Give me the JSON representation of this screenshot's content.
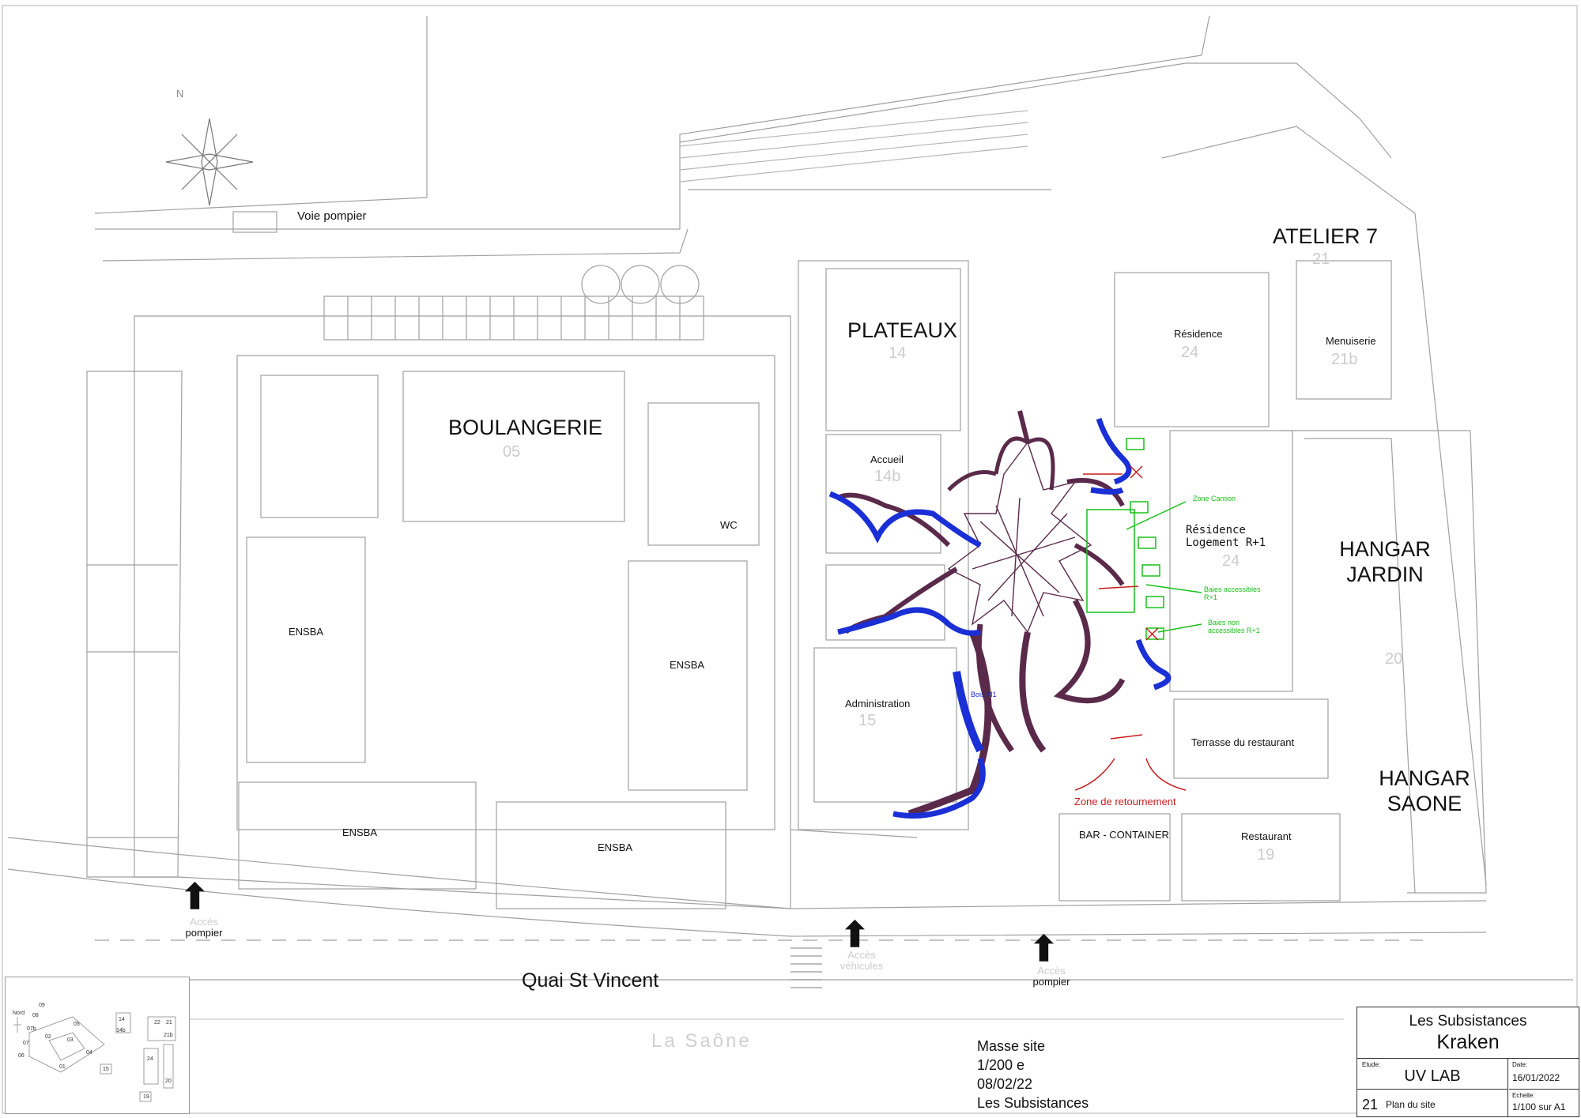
{
  "map": {
    "buildings": {
      "boulangerie": "BOULANGERIE",
      "plateaux": "PLATEAUX",
      "atelier7": "ATELIER 7",
      "hangar_jardin_1": "HANGAR",
      "hangar_jardin_2": "JARDIN",
      "hangar_saone_1": "HANGAR",
      "hangar_saone_2": "SAONE",
      "residence": "Résidence",
      "menuiserie": "Menuiserie",
      "accueil": "Accueil",
      "wc": "WC",
      "ensba_1": "ENSBA",
      "ensba_2": "ENSBA",
      "ensba_3": "ENSBA",
      "ensba_4": "ENSBA",
      "administration": "Administration",
      "residence_logement_1": "Résidence",
      "residence_logement_2": "Logement R+1",
      "terrasse": "Terrasse du restaurant",
      "bar_container": "BAR - CONTAINER",
      "restaurant": "Restaurant"
    },
    "building_numbers": {
      "n05": "05",
      "n14": "14",
      "n14b": "14b",
      "n15": "15",
      "n24": "24",
      "n24b": "24",
      "n21": "21",
      "n21b": "21b",
      "n20": "20",
      "n19": "19"
    },
    "annotations": {
      "voie_pompier": "Voie pompier",
      "zone_camion": "Zone Camion",
      "baies_accessibles_1": "Baies accessibles",
      "baies_accessibles_2": "R+1",
      "baies_non_1": "Baies non",
      "baies_non_2": "accessibles R+1",
      "bois_m1": "Bois M1",
      "zone_retournement": "Zone de retournement"
    },
    "street": {
      "quai": "Quai St Vincent",
      "river": "La Saône"
    },
    "access_points": [
      {
        "line1": "Accès",
        "line2": "pompier"
      },
      {
        "line1": "Accès",
        "line2": "véhicules"
      },
      {
        "line1": "Accès",
        "line2": "pompier"
      }
    ],
    "compass_letter": "N"
  },
  "inset": {
    "north_label": "Nord",
    "numbers": [
      "09",
      "08",
      "07b",
      "07",
      "06",
      "02",
      "03",
      "05",
      "01",
      "04",
      "14",
      "14b",
      "15",
      "22",
      "21",
      "21b",
      "24",
      "20",
      "19"
    ]
  },
  "masse": {
    "line1": "Masse site",
    "line2": "1/200 e",
    "line3": "08/02/22",
    "line4": "Les Subsistances"
  },
  "title_block": {
    "client": "Les Subsistances",
    "project": "Kraken",
    "etude_label": "Etude:",
    "etude": "UV LAB",
    "date_label": "Date:",
    "date": "16/01/2022",
    "sheet_number": "21",
    "sheet_title": "Plan du site",
    "echelle_label": "Echelle:",
    "echelle": "1/100 sur A1"
  },
  "colors": {
    "line": "#9a9a9a",
    "kraken": "#5a2a4a",
    "tentacle": "#1a2fd6",
    "green": "#19c019",
    "red": "#c81e1e"
  }
}
